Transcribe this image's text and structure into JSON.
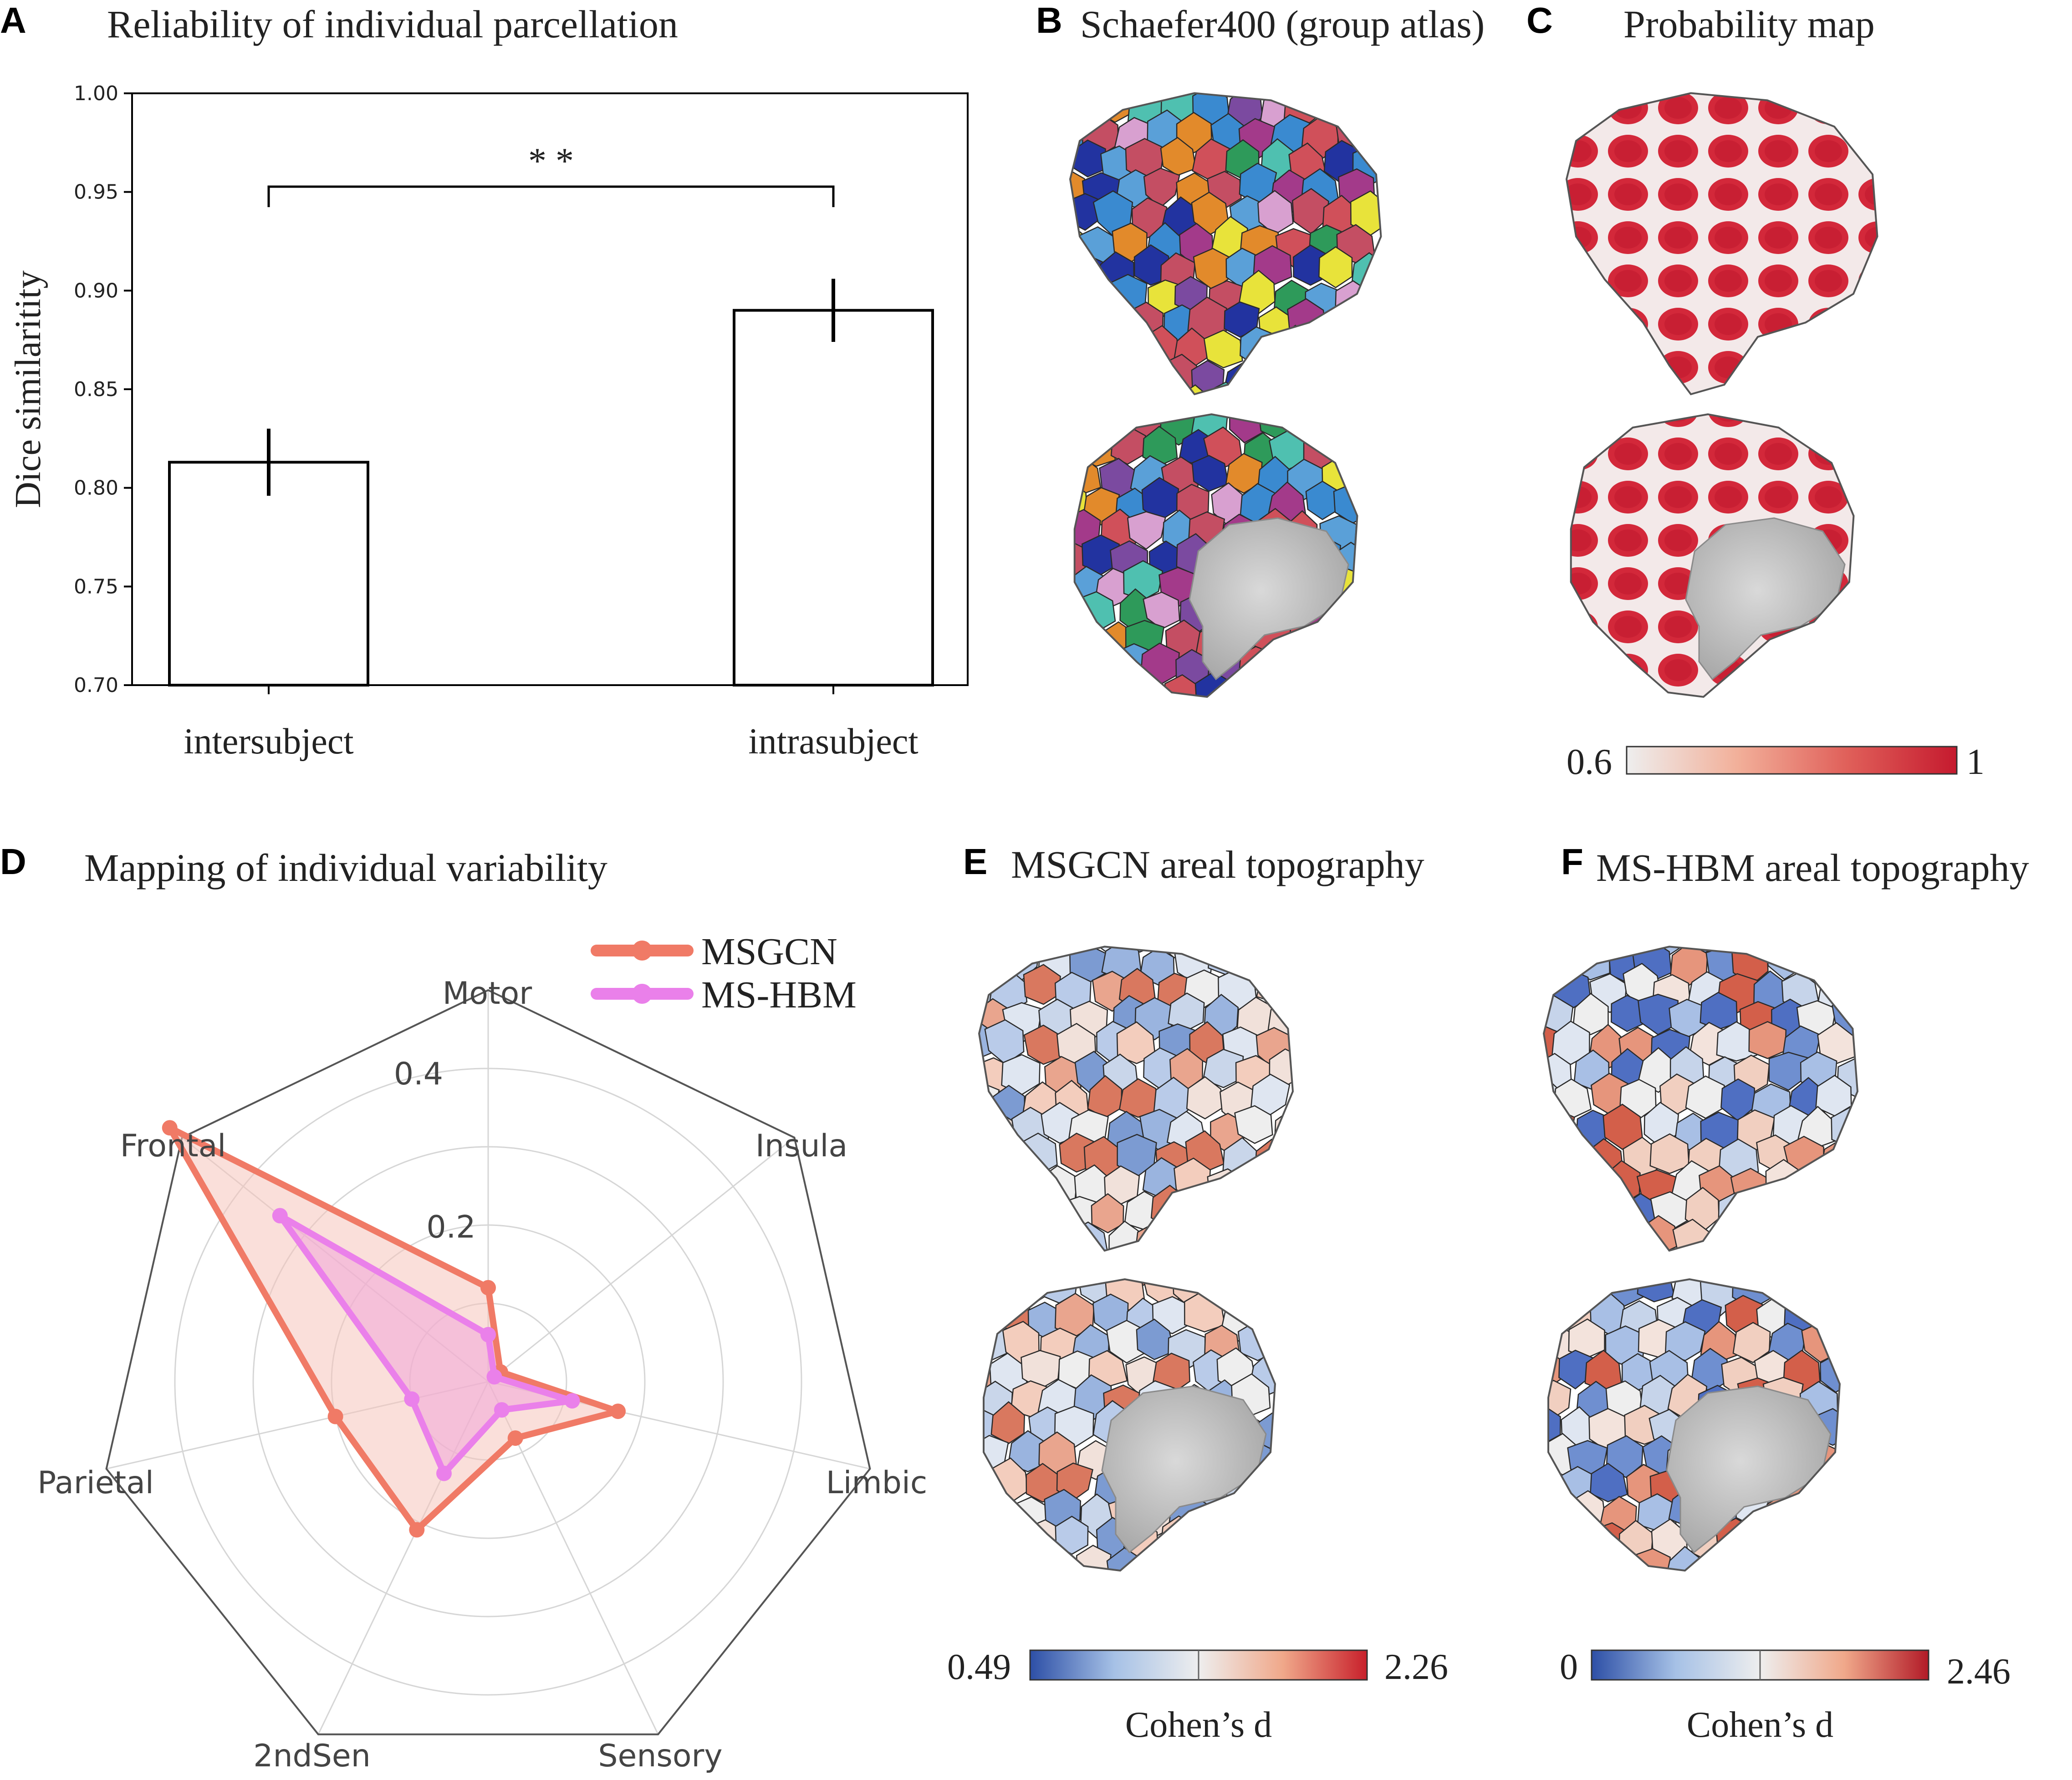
{
  "panels": {
    "A": {
      "letter": "A",
      "title": "Reliability of individual parcellation"
    },
    "B": {
      "letter": "B",
      "title": "Schaefer400 (group atlas)"
    },
    "C": {
      "letter": "C",
      "title": "Probability map"
    },
    "D": {
      "letter": "D",
      "title": "Mapping of individual variability"
    },
    "E": {
      "letter": "E",
      "title": "MSGCN areal topography"
    },
    "F": {
      "letter": "F",
      "title": "MS-HBM areal topography"
    }
  },
  "colorbars": {
    "C": {
      "min_label": "0.6",
      "max_label": "1",
      "colors": [
        "#eeeeee",
        "#f2b09a",
        "#e0605a",
        "#c51a2e"
      ]
    },
    "E": {
      "min_label": "0.49",
      "max_label": "2.26",
      "label": "Cohen’s d",
      "colors": [
        "#2d4fa6",
        "#a6c1e6",
        "#eeeeee",
        "#f0a88a",
        "#c8202b"
      ]
    },
    "F": {
      "min_label": "0",
      "max_label": "2.46",
      "label": "Cohen’s d",
      "colors": [
        "#2d4fa6",
        "#a6c1e6",
        "#eeeeee",
        "#f0a88a",
        "#b21a27"
      ]
    }
  },
  "chart_data": [
    {
      "type": "bar",
      "title": "Reliability of individual parcellation",
      "ylabel": "Dice similaritity",
      "xlabel": "",
      "categories": [
        "intersubject",
        "intrasubject"
      ],
      "values": [
        0.813,
        0.89
      ],
      "errors": [
        0.017,
        0.016
      ],
      "ylim": [
        0.7,
        1.0
      ],
      "yticks": [
        "0.70",
        "0.75",
        "0.80",
        "0.85",
        "0.90",
        "0.95",
        "1.00"
      ],
      "significance": "* *",
      "bar_fill": "#ffffff",
      "bar_edge": "#000000"
    },
    {
      "type": "radar",
      "title": "Mapping of individual variability",
      "axes": [
        "Motor",
        "Insula",
        "Limbic",
        "Sensory",
        "2ndSen",
        "Parietal",
        "Frontal"
      ],
      "rticks": [
        "0.2",
        "0.4"
      ],
      "rlim": [
        0,
        0.5
      ],
      "grid": true,
      "legend_position": "top-right",
      "series": [
        {
          "name": "MSGCN",
          "values": [
            0.12,
            0.02,
            0.17,
            0.08,
            0.21,
            0.2,
            0.52
          ],
          "color": "#f07a66",
          "fill": "#f6c4bb"
        },
        {
          "name": "MS-HBM",
          "values": [
            0.06,
            0.01,
            0.11,
            0.04,
            0.13,
            0.1,
            0.34
          ],
          "color": "#ea80ea",
          "fill": "#f0a6d8"
        }
      ]
    }
  ]
}
